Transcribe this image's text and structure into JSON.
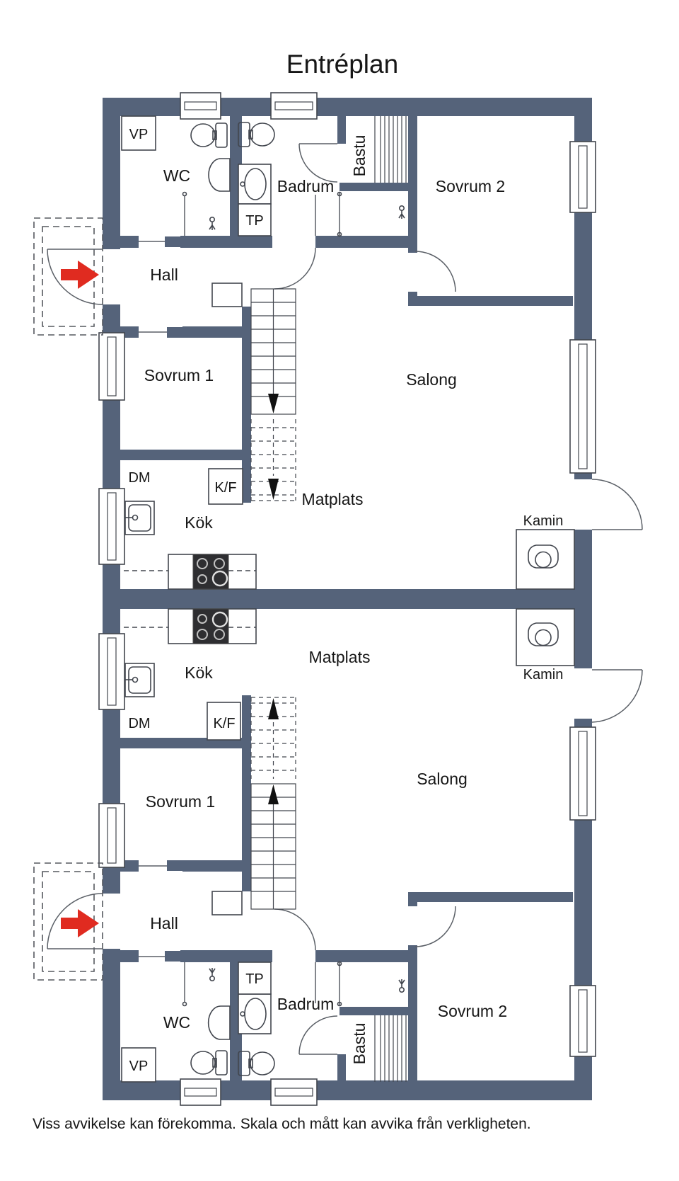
{
  "labels": {
    "title": "Entréplan",
    "disclaimer": "Viss avvikelse kan förekomma. Skala och mått kan avvika från verkligheten.",
    "upper": {
      "vp": "VP",
      "wc": "WC",
      "tp": "TP",
      "badrum": "Badrum",
      "bastu": "Bastu",
      "sovrum2": "Sovrum 2",
      "hall": "Hall",
      "sovrum1": "Sovrum 1",
      "dm": "DM",
      "kf": "K/F",
      "kok": "Kök",
      "matplats": "Matplats",
      "salong": "Salong",
      "kamin": "Kamin"
    },
    "lower": {
      "vp": "VP",
      "wc": "WC",
      "tp": "TP",
      "badrum": "Badrum",
      "bastu": "Bastu",
      "sovrum2": "Sovrum 2",
      "hall": "Hall",
      "sovrum1": "Sovrum 1",
      "dm": "DM",
      "kf": "K/F",
      "kok": "Kök",
      "matplats": "Matplats",
      "salong": "Salong",
      "kamin": "Kamin"
    }
  },
  "colors": {
    "wall": "#55637a",
    "line": "#42464e",
    "arrow": "#e02b20",
    "text": "#161616"
  },
  "icons": {
    "entrance": "red-entry-arrow-icon",
    "stairs_down": "filled-triangle-down",
    "stairs_up": "filled-triangle-up"
  }
}
